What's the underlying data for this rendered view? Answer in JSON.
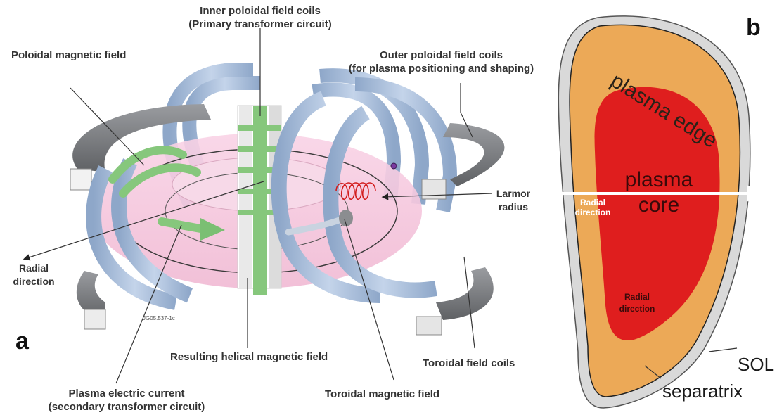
{
  "panel_a": {
    "letter": "a",
    "figure_code": "JG05.537-1c",
    "labels": {
      "inner_pf_title": "Inner poloidal field coils",
      "inner_pf_sub": "(Primary transformer circuit)",
      "poloidal_field": "Poloidal magnetic field",
      "outer_pf_title": "Outer poloidal field coils",
      "outer_pf_sub": "(for plasma positioning and shaping)",
      "larmor_1": "Larmor",
      "larmor_2": "radius",
      "radial_1": "Radial",
      "radial_2": "direction",
      "helical": "Resulting helical magnetic field",
      "toroidal_coils": "Toroidal field coils",
      "current_1": "Plasma electric current",
      "current_2": "(secondary transformer circuit)",
      "toroidal_field": "Toroidal magnetic field"
    }
  },
  "panel_b": {
    "letter": "b",
    "labels": {
      "plasma_edge": "plasma edge",
      "plasma_core_1": "plasma",
      "plasma_core_2": "core",
      "radial_arrow_1": "Radial",
      "radial_arrow_2": "direction",
      "radial_core_1": "Radial",
      "radial_core_2": "direction",
      "sol": "SOL",
      "separatrix": "separatrix"
    }
  },
  "colors": {
    "coil_blue": "#a9bfdc",
    "coil_gray": "#7d7f83",
    "plasma_pink": "#f6c6dd",
    "green": "#86c77c",
    "edge_orange": "#eca957",
    "core_red": "#df1e1e",
    "sol_gray": "#d9d9d9"
  }
}
